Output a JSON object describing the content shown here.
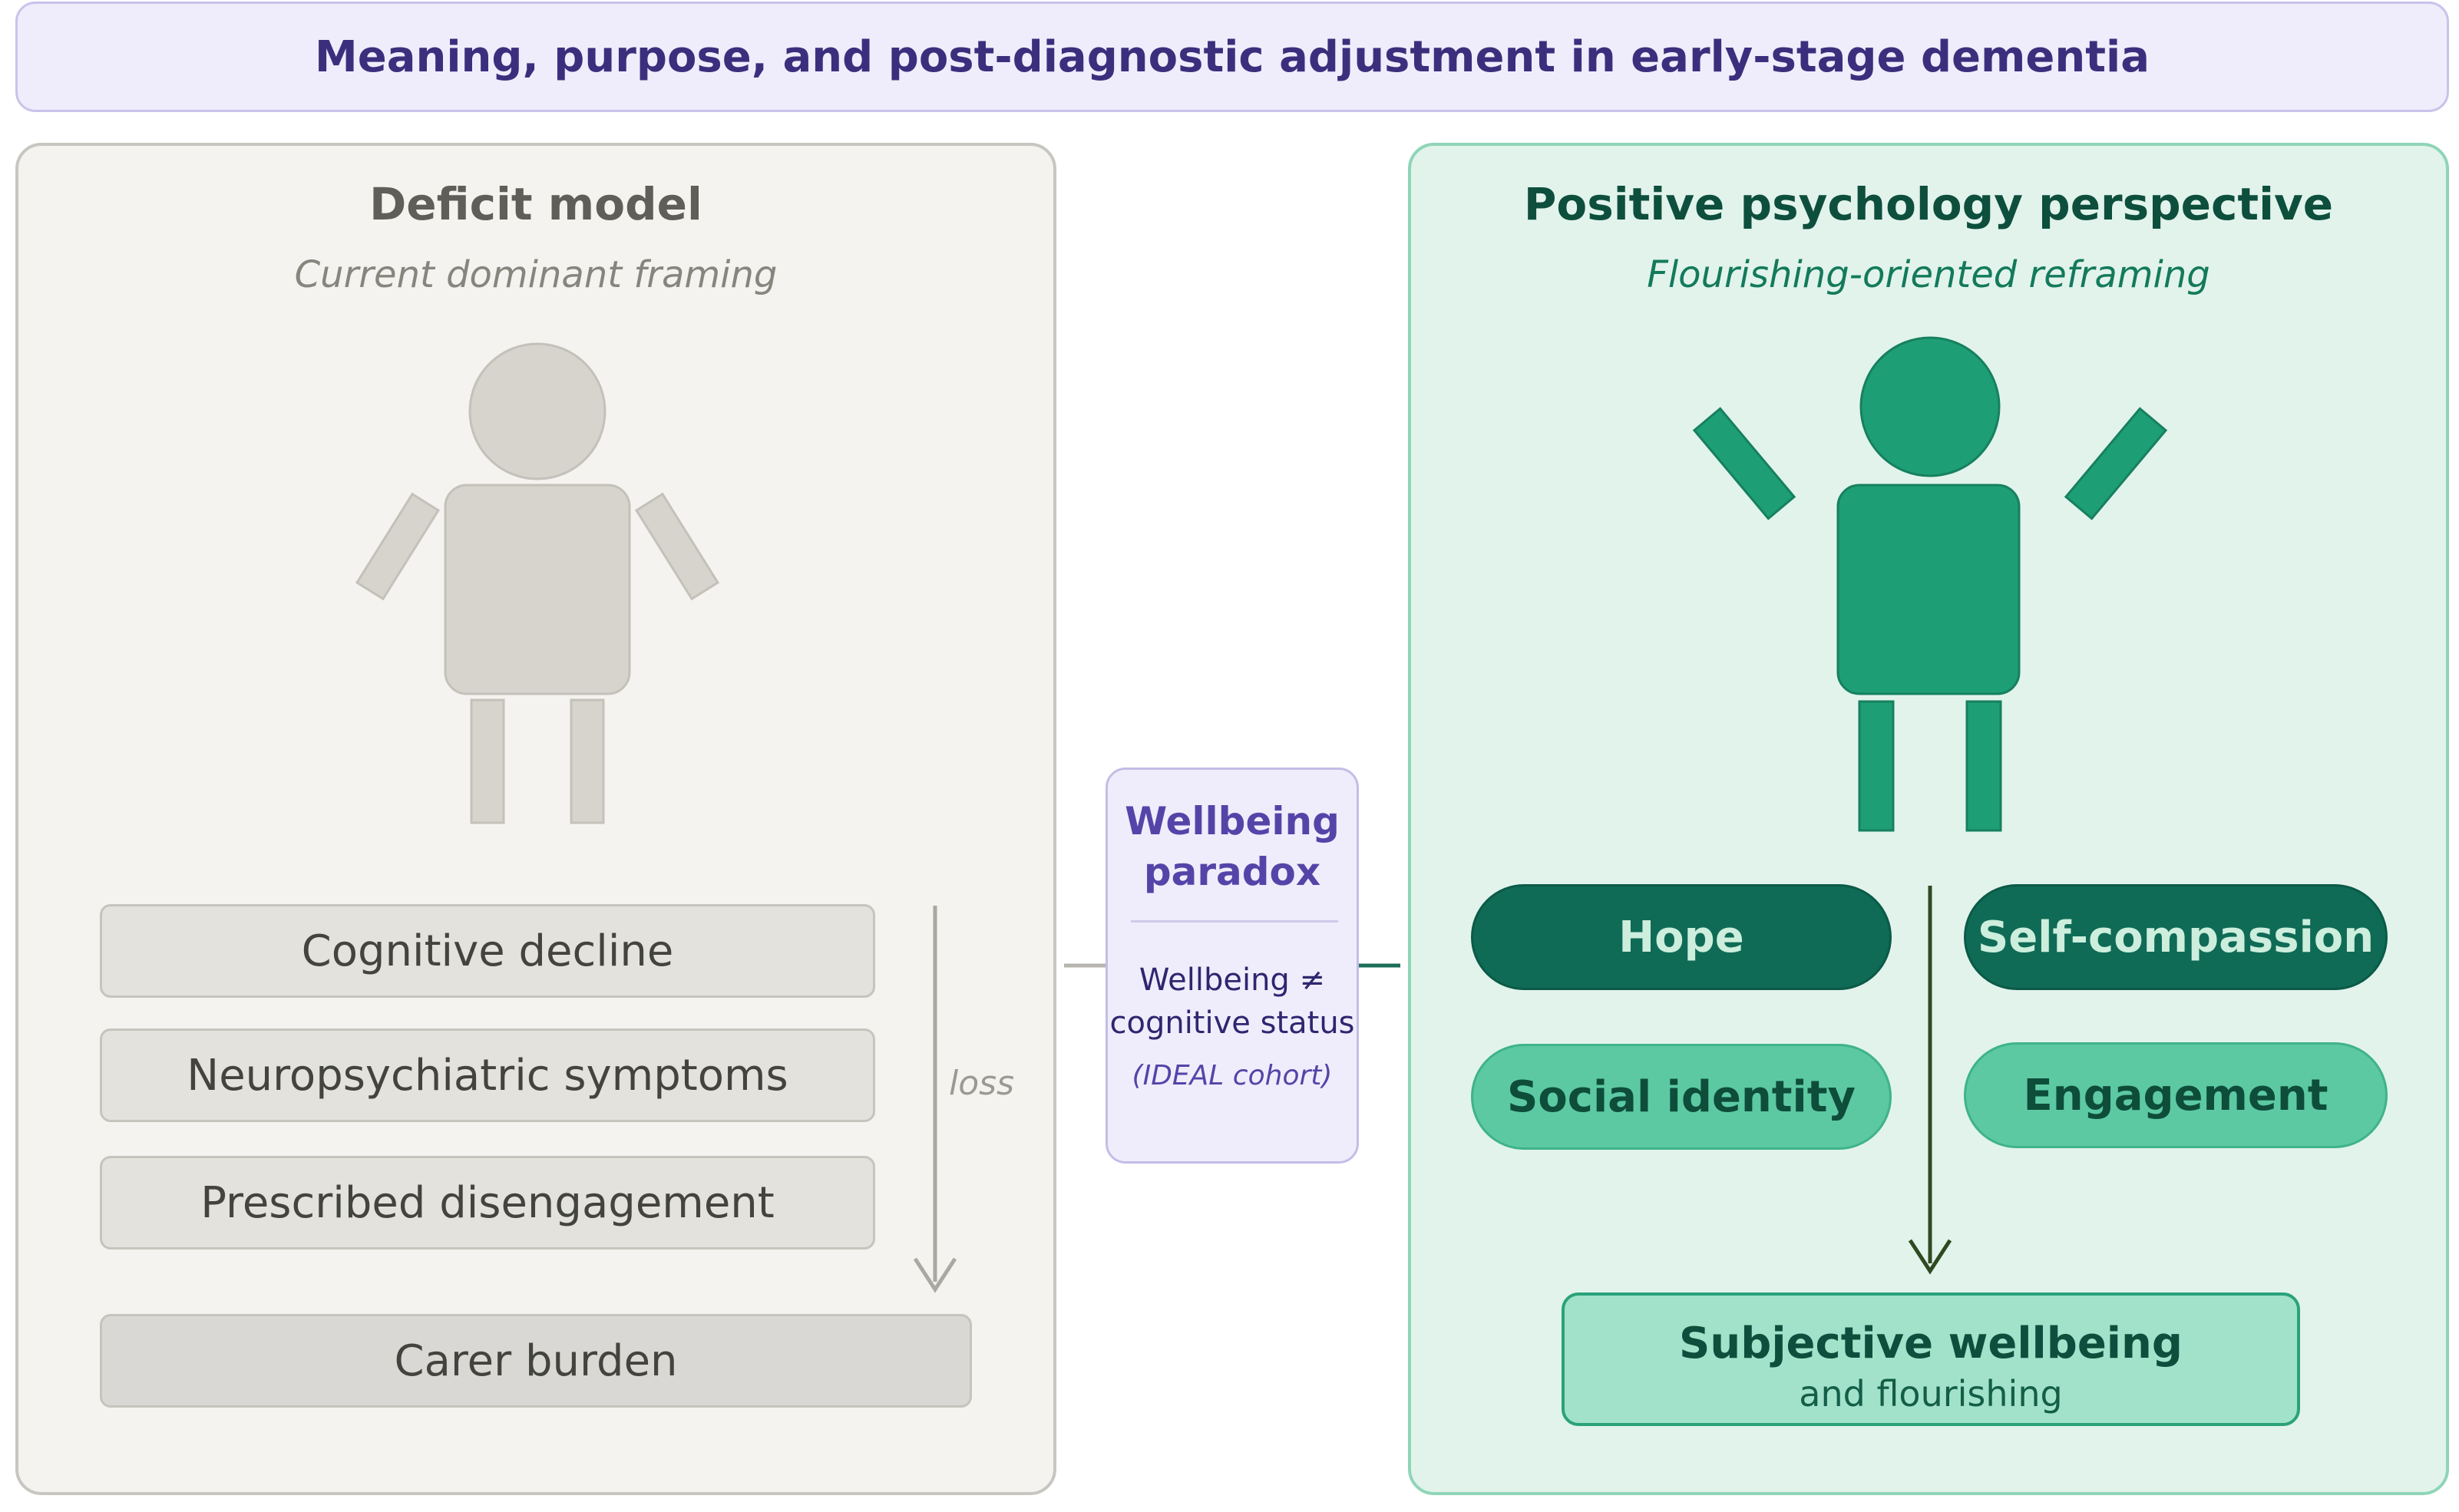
{
  "title": "Meaning, purpose, and post-diagnostic adjustment in early-stage dementia",
  "deficit": {
    "title": "Deficit model",
    "subtitle": "Current dominant framing",
    "items": [
      "Cognitive decline",
      "Neuropsychiatric symptoms",
      "Prescribed disengagement"
    ],
    "loss_label": "loss",
    "outcome": "Carer burden"
  },
  "paradox": {
    "title_line1": "Wellbeing",
    "title_line2": "paradox",
    "body_line1": "Wellbeing ≠",
    "body_line2": "cognitive status",
    "note": "(IDEAL cohort)"
  },
  "positive": {
    "title": "Positive psychology perspective",
    "subtitle": "Flourishing-oriented reframing",
    "pills": [
      "Hope",
      "Self-compassion",
      "Social identity",
      "Engagement"
    ],
    "outcome_title": "Subjective wellbeing",
    "outcome_subtitle": "and flourishing"
  },
  "colors": {
    "deficit_figure": "#d6d4cc",
    "positive_figure": "#1e9e75",
    "accent_purple": "#5544a8",
    "dark_green": "#0f6b55",
    "light_green": "#5cc9a3"
  }
}
